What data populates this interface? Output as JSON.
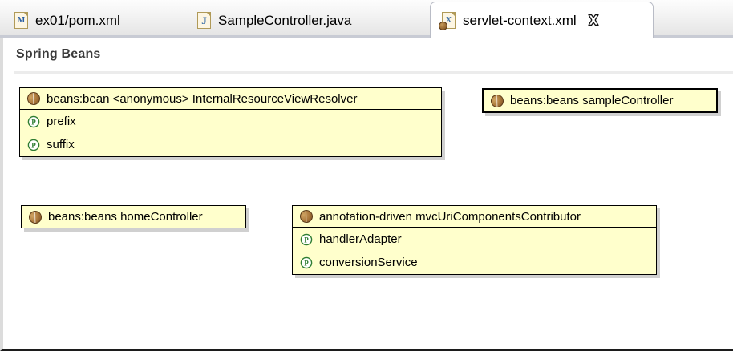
{
  "tabs": [
    {
      "label": "ex01/pom.xml",
      "icon": "maven-xml-file-icon",
      "badge": "M",
      "active": false,
      "closable": false
    },
    {
      "label": "SampleController.java",
      "icon": "java-file-icon",
      "badge": "J",
      "active": false,
      "closable": false
    },
    {
      "label": "servlet-context.xml",
      "icon": "spring-xml-file-icon",
      "badge": "X",
      "active": true,
      "closable": true,
      "close_glyph": "close-icon"
    }
  ],
  "panel": {
    "title": "Spring Beans",
    "boxes": [
      {
        "name": "internal-resource-view-resolver",
        "header": "beans:bean <anonymous> InternalResourceViewResolver",
        "header_icon": "spring-bean-icon",
        "properties": [
          {
            "label": "prefix",
            "icon": "property-icon"
          },
          {
            "label": "suffix",
            "icon": "property-icon"
          }
        ]
      },
      {
        "name": "sample-controller",
        "header": "beans:beans sampleController",
        "header_icon": "spring-bean-icon",
        "properties": []
      },
      {
        "name": "home-controller",
        "header": "beans:beans homeController",
        "header_icon": "spring-bean-icon",
        "properties": []
      },
      {
        "name": "mvc-uri-components-contributor",
        "header": "annotation-driven mvcUriComponentsContributor",
        "header_icon": "spring-bean-icon",
        "properties": [
          {
            "label": "handlerAdapter",
            "icon": "property-icon"
          },
          {
            "label": "conversionService",
            "icon": "property-icon"
          }
        ]
      }
    ]
  },
  "colors": {
    "bean_fill": "#ffffcc",
    "bean_border": "#000000",
    "property_icon": "#2e7d32",
    "bean_icon": "#a9763a",
    "panel_background": "#ffffff",
    "tab_active_background": "#ffffff"
  }
}
